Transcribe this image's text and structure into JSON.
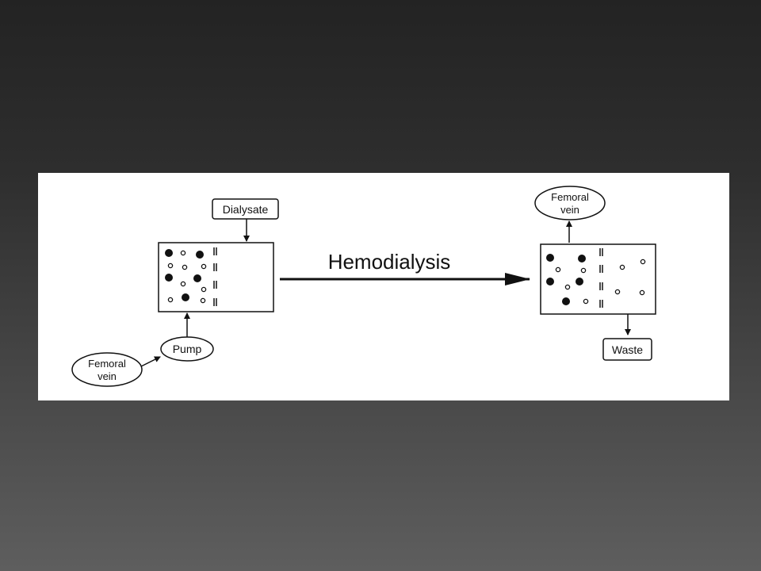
{
  "diagram": {
    "arrow_label": "Hemodialysis",
    "before": {
      "inlet_label": "Dialysate",
      "pump_label": "Pump",
      "source_label_line1": "Femoral",
      "source_label_line2": "vein"
    },
    "after": {
      "return_label_line1": "Femoral",
      "return_label_line2": "vein",
      "outlet_label": "Waste"
    }
  }
}
